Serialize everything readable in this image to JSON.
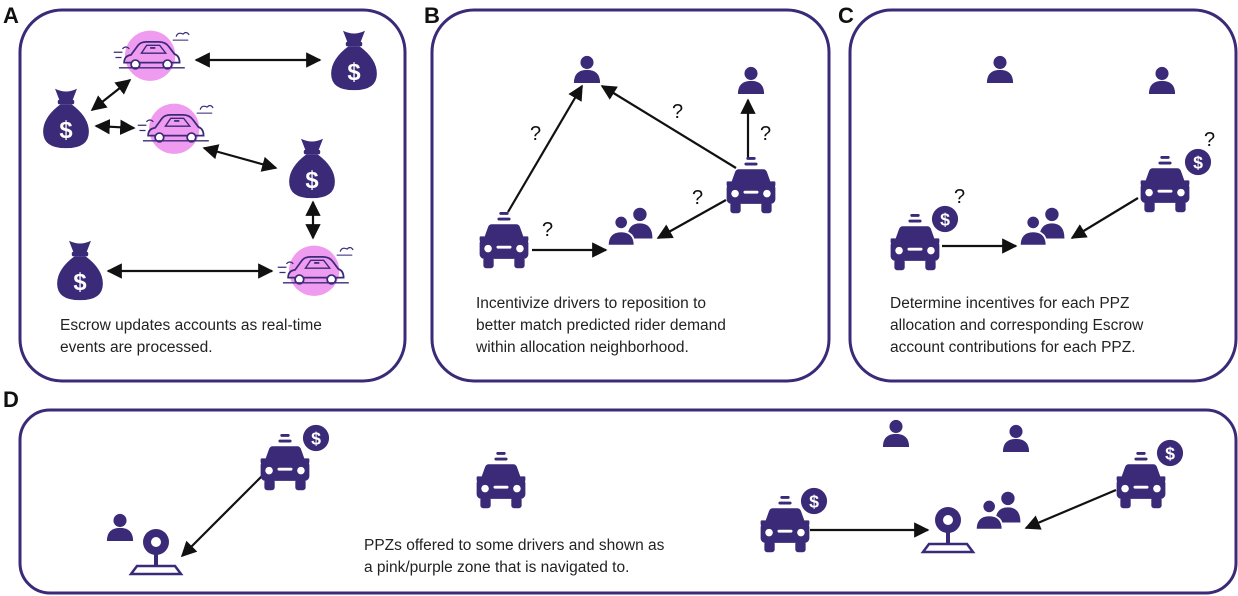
{
  "colors": {
    "accent": "#3a2a78",
    "pink": "#ef9bef",
    "frame": "#3a2a78",
    "arrow": "#111111"
  },
  "panels": {
    "a": {
      "label": "A",
      "caption": [
        "Escrow updates accounts as real-time",
        "events are processed."
      ]
    },
    "b": {
      "label": "B",
      "caption": [
        "Incentivize drivers to reposition to",
        "better match predicted rider demand",
        "within allocation neighborhood."
      ],
      "question_mark": "?"
    },
    "c": {
      "label": "C",
      "caption": [
        "Determine incentives for each PPZ",
        "allocation and corresponding Escrow",
        "account contributions for each PPZ."
      ],
      "question_mark": "?"
    },
    "d": {
      "label": "D",
      "caption": [
        "PPZs offered to some drivers and shown as",
        "a pink/purple zone that is navigated to."
      ]
    }
  },
  "icons": {
    "money_bag": "money-bag-icon",
    "car": "car-icon",
    "rider": "rider-icon",
    "rider_group": "rider-group-icon",
    "dollar_badge": "dollar-badge-icon",
    "pin": "map-pin-icon",
    "pink_zone_car": "pink-zone-car-icon"
  },
  "dollar_symbol": "$"
}
